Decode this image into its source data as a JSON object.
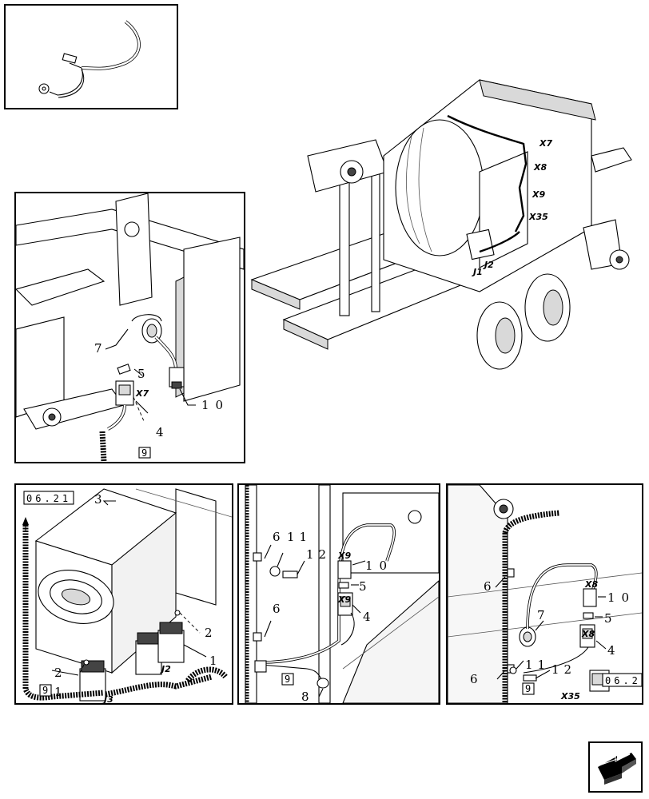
{
  "panels": {
    "detail_inset": {},
    "main": {
      "connectors": [
        "X7",
        "X8",
        "X9",
        "X35",
        "J1",
        "J2"
      ]
    },
    "top_left": {
      "item_numbers": [
        "7",
        "5",
        "4",
        "10"
      ],
      "connector": "X7",
      "sheet_ref": "9"
    },
    "bottom_left": {
      "sheet_ref_top": "06.21",
      "sheet_ref_bottom": "9",
      "item_numbers": [
        "3",
        "2",
        "1",
        "2",
        "1"
      ],
      "connectors": [
        "J2",
        "J3"
      ]
    },
    "bottom_middle": {
      "item_numbers": [
        "6",
        "11",
        "12",
        "10",
        "5",
        "4",
        "6",
        "8"
      ],
      "connectors": [
        "X9",
        "X9"
      ],
      "sheet_ref": "9"
    },
    "bottom_right": {
      "item_numbers": [
        "6",
        "7",
        "10",
        "5",
        "4",
        "6",
        "11",
        "12"
      ],
      "connectors": [
        "X8",
        "X8",
        "X35"
      ],
      "sheet_ref": "9",
      "sheet_ref_right": "06.2"
    }
  },
  "navigation": {
    "icon": "next-page-arrow-icon"
  }
}
